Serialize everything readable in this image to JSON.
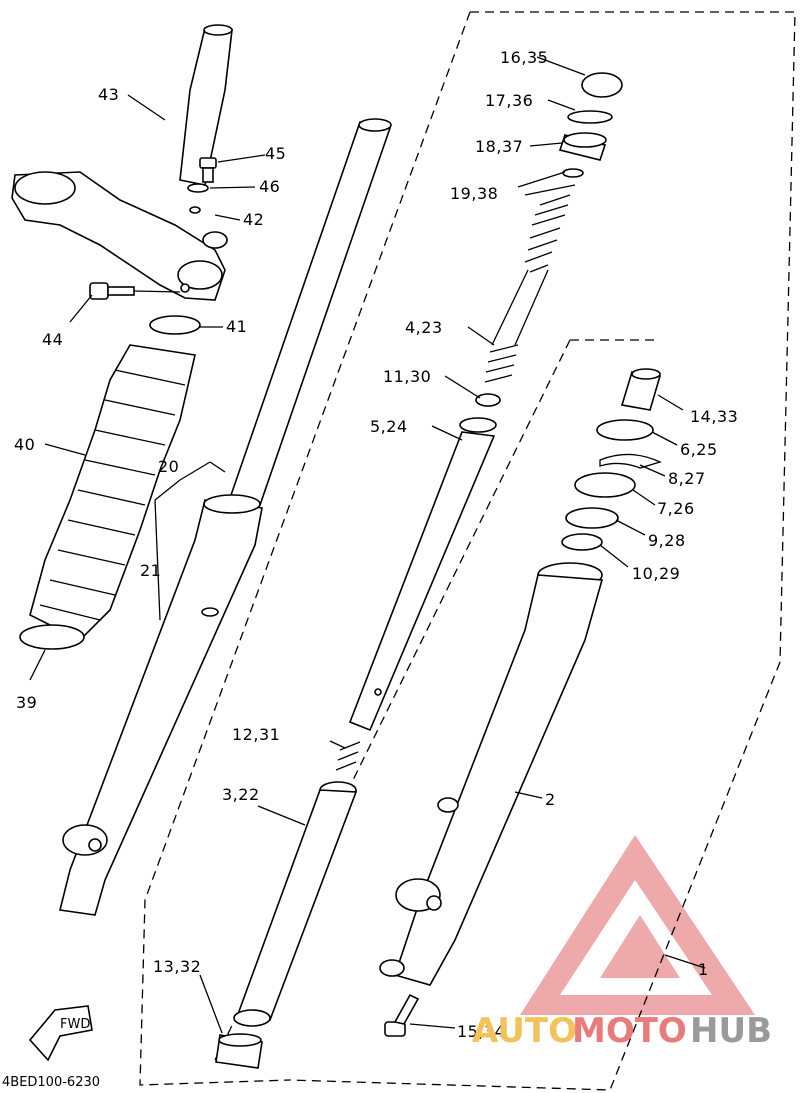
{
  "callouts": {
    "c1": "1",
    "c2": "2",
    "c3": "3,22",
    "c4": "4,23",
    "c5": "5,24",
    "c6": "6,25",
    "c7": "7,26",
    "c8": "8,27",
    "c9": "9,28",
    "c10": "10,29",
    "c11": "11,30",
    "c12": "12,31",
    "c13": "13,32",
    "c14": "14,33",
    "c15": "15,34",
    "c16": "16,35",
    "c17": "17,36",
    "c18": "18,37",
    "c19": "19,38",
    "c20": "20",
    "c21": "21",
    "c39": "39",
    "c40": "40",
    "c41": "41",
    "c42": "42",
    "c43": "43",
    "c44": "44",
    "c45": "45",
    "c46": "46"
  },
  "diagram_code": "4BED100-6230",
  "fwd_label": "FWD",
  "watermark": {
    "part1": "AUTO",
    "part2": "MOTO",
    "part3": "HUB"
  },
  "colors": {
    "watermark_orange": "#f2c35a",
    "watermark_red": "#e87b7b",
    "watermark_gray": "#9a9a9a",
    "line": "#000000"
  }
}
